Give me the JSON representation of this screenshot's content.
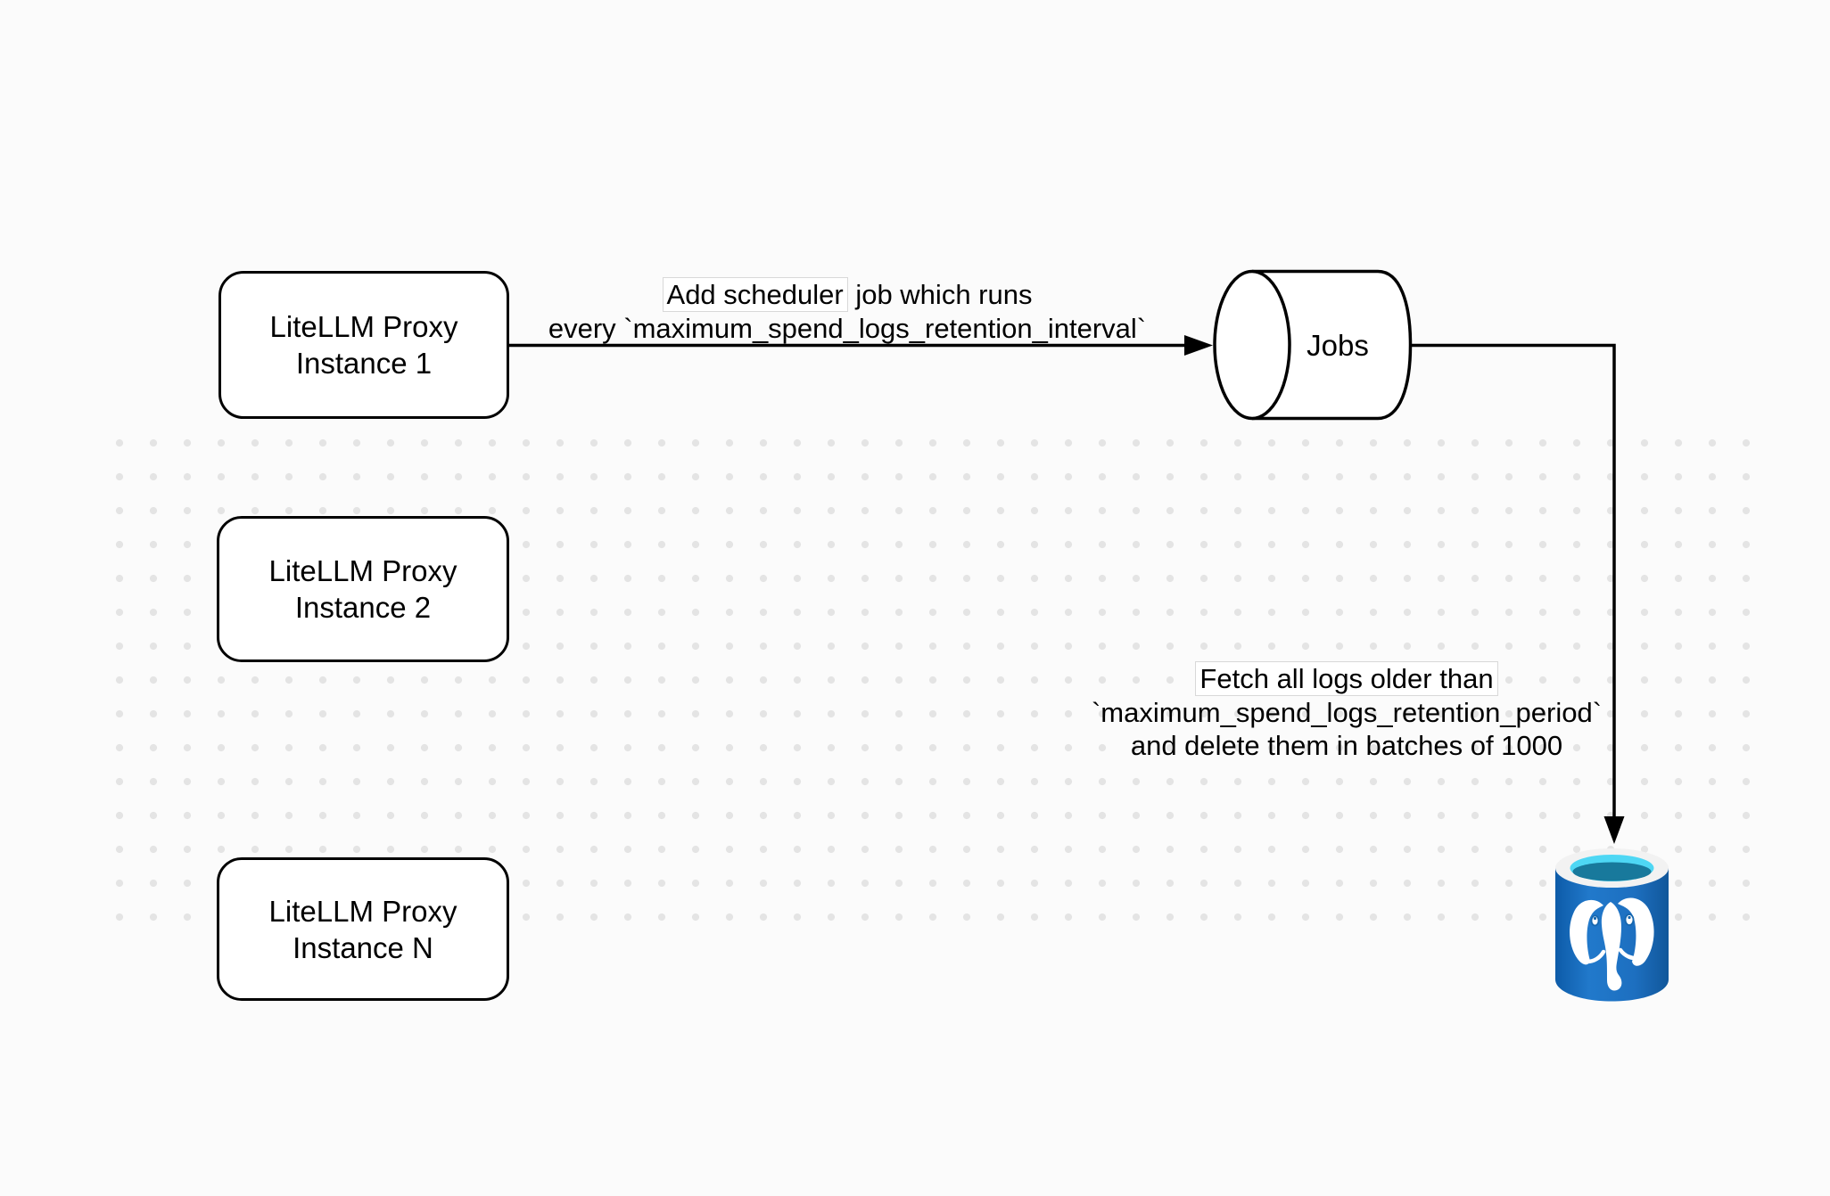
{
  "diagram": {
    "nodes": {
      "instance1": {
        "line1": "LiteLLM Proxy",
        "line2": "Instance 1"
      },
      "instance2": {
        "line1": "LiteLLM Proxy",
        "line2": "Instance 2"
      },
      "instanceN": {
        "line1": "LiteLLM Proxy",
        "line2": "Instance N"
      },
      "jobs": {
        "label": "Jobs"
      },
      "postgres": {
        "icon": "postgresql-database-icon"
      }
    },
    "edges": {
      "scheduler": {
        "boxed_text": "Add scheduler",
        "rest_of_line1": " job which runs",
        "line2": "every `maximum_spend_logs_retention_interval`"
      },
      "fetch": {
        "line1": "Fetch all logs older than",
        "line2": "`maximum_spend_logs_retention_period`",
        "line3": "and delete them in batches of 1000"
      }
    },
    "colors": {
      "background": "#fbfbfb",
      "dot": "#e4e4e4",
      "stroke": "#000000",
      "node_fill": "#ffffff",
      "pg_body_dark": "#0d5ba8",
      "pg_body": "#2179cb",
      "pg_body_mid": "#1d6fc0",
      "pg_body_edge": "#11579a",
      "pg_rim": "#f2f2f2",
      "pg_water_light": "#4ed7f4",
      "pg_water_dark": "#18799c",
      "pg_elephant": "#ffffff",
      "pg_eye_stroke": "#1566ae"
    }
  }
}
